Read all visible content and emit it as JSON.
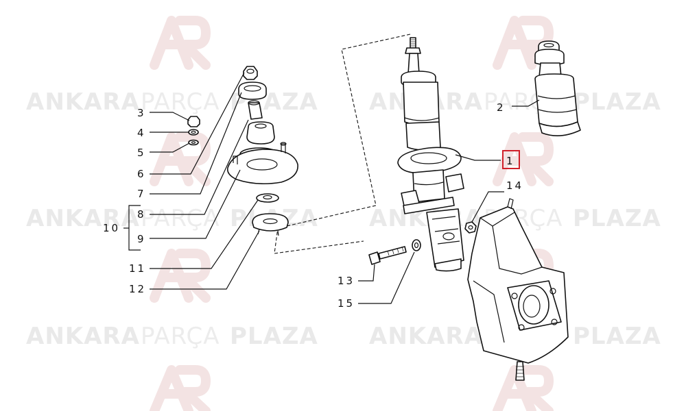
{
  "watermark": {
    "word_a": "ANKARA",
    "word_b": "PARÇA",
    "word_c": "PLAZA"
  },
  "callouts": [
    {
      "id": "c1",
      "label": "1",
      "highlighted": true
    },
    {
      "id": "c2",
      "label": "2"
    },
    {
      "id": "c3",
      "label": "3"
    },
    {
      "id": "c4",
      "label": "4"
    },
    {
      "id": "c5",
      "label": "5"
    },
    {
      "id": "c6",
      "label": "6"
    },
    {
      "id": "c7",
      "label": "7"
    },
    {
      "id": "c8",
      "label": "8"
    },
    {
      "id": "c9",
      "label": "9"
    },
    {
      "id": "c10",
      "label": "10"
    },
    {
      "id": "c11",
      "label": "11"
    },
    {
      "id": "c12",
      "label": "12"
    },
    {
      "id": "c13",
      "label": "13"
    },
    {
      "id": "c14",
      "label": "14"
    },
    {
      "id": "c15",
      "label": "15"
    }
  ],
  "colors": {
    "highlight": "#d0202a",
    "line": "#111111",
    "watermark_text": "#e9e9e9",
    "watermark_logo": "#f3e3e3"
  }
}
